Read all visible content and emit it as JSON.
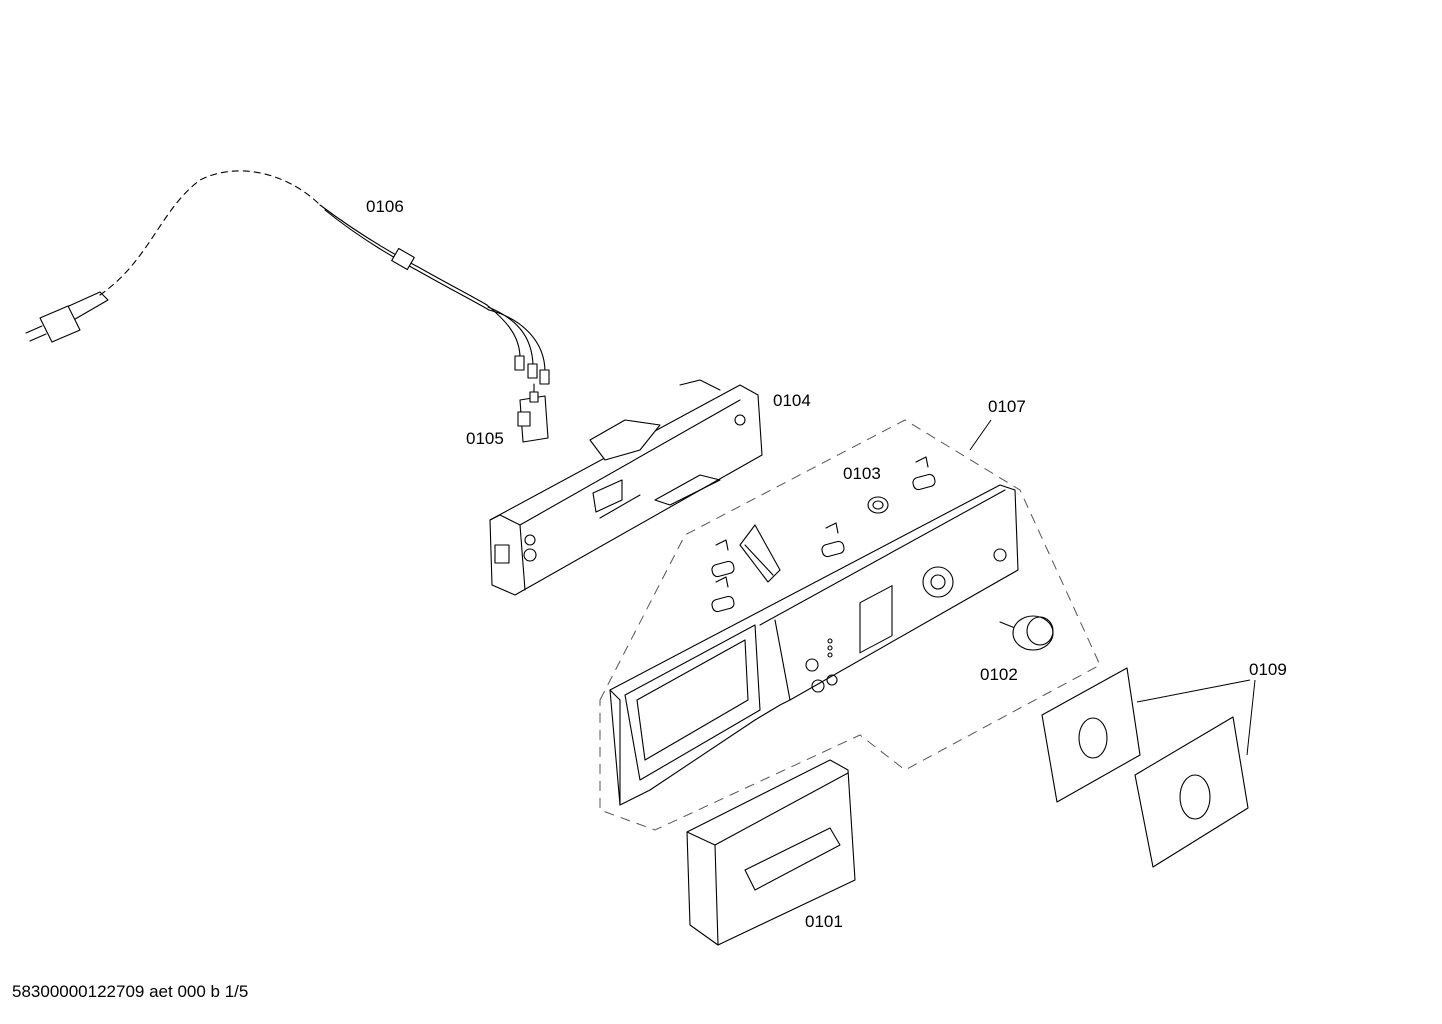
{
  "footer": {
    "document_code": "58300000122709 aet 000 b 1/5"
  },
  "parts": [
    {
      "id": "0106"
    },
    {
      "id": "0104"
    },
    {
      "id": "0105"
    },
    {
      "id": "0107"
    },
    {
      "id": "0103"
    },
    {
      "id": "0102"
    },
    {
      "id": "0109"
    },
    {
      "id": "0101"
    }
  ]
}
